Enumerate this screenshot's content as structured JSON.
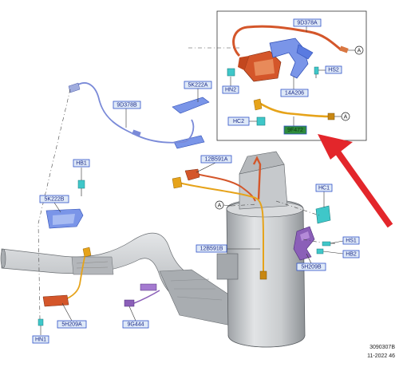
{
  "parts": {
    "p_9D378A": "9D378A",
    "p_HS2": "HS2",
    "p_HN2": "HN2",
    "p_14A206": "14A206",
    "p_HC2": "HC2",
    "p_9F472": "9F472",
    "p_5K222A": "5K222A",
    "p_9D378B": "9D378B",
    "p_HB1": "HB1",
    "p_5K222B": "5K222B",
    "p_12B591A": "12B591A",
    "p_HC1": "HC1",
    "p_HS1": "HS1",
    "p_HB2": "HB2",
    "p_5H209B": "5H209B",
    "p_12B591B": "12B591B",
    "p_5H209A": "5H209A",
    "p_9G444": "9G444",
    "p_HN1": "HN1"
  },
  "refs": {
    "a1": "A",
    "a2": "A",
    "a3": "A"
  },
  "footer": {
    "code": "3090307B",
    "date": "11-2022 46"
  },
  "colors": {
    "label_fill": "#dfe9f7",
    "label_border": "#2f52c9",
    "label_text": "#1a2a8a",
    "highlight_label": "#2e8b3c",
    "arrow": "#e3262b",
    "sensor_orange": "#d4562a",
    "sensor_yellow": "#e6a31a",
    "bracket_blue": "#5a7be0",
    "pipe_gray": "#b9bcc0",
    "connector_cyan": "#3fc7c9",
    "connector_purple": "#8b5fb8"
  }
}
